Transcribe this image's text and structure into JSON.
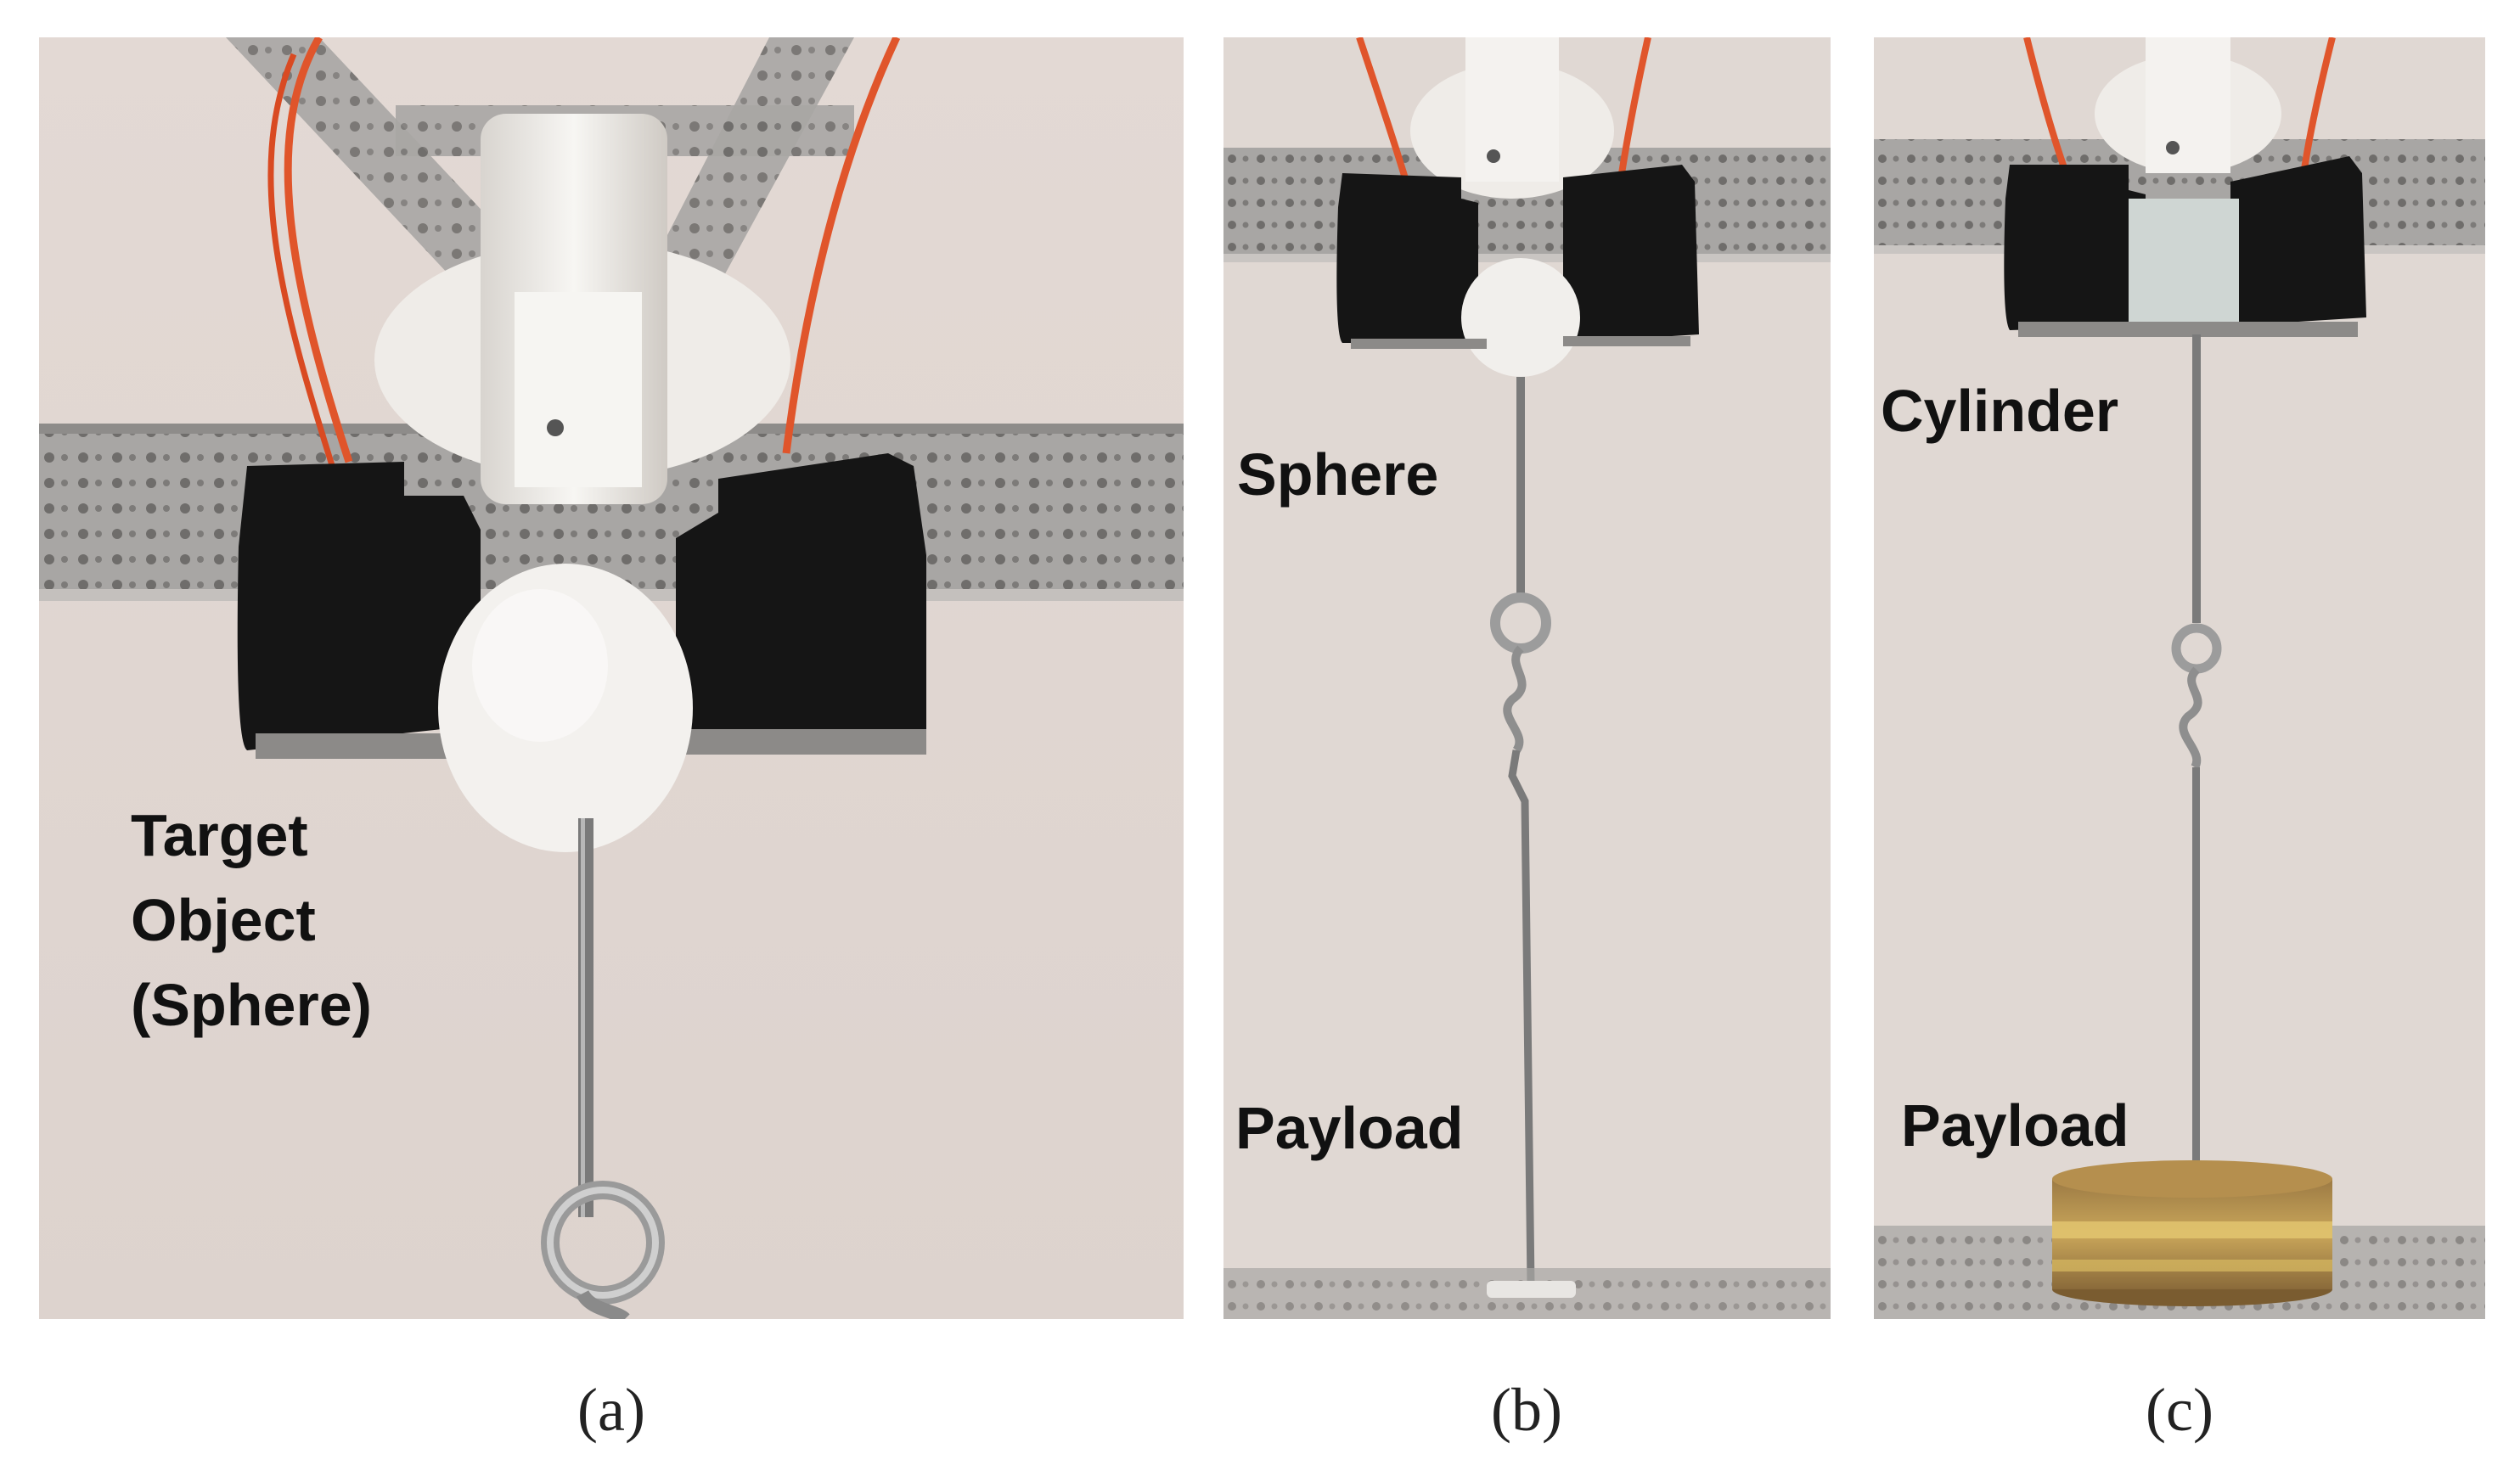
{
  "panels": [
    {
      "id": "a",
      "caption": "(a)",
      "labels": [
        "Target",
        "Object",
        "(Sphere)"
      ]
    },
    {
      "id": "b",
      "caption": "(b)",
      "labels": [
        "Sphere",
        "Payload"
      ]
    },
    {
      "id": "c",
      "caption": "(c)",
      "labels": [
        "Cylinder",
        "Payload"
      ]
    }
  ],
  "colors": {
    "wall": "#dfd6d1",
    "gripper_black": "#141414",
    "white_part": "#f1efec",
    "rail": "#a9a9a9",
    "wire": "#e0552b",
    "rod": "#7a7a7a",
    "payload_wood": "#b08a4a"
  }
}
